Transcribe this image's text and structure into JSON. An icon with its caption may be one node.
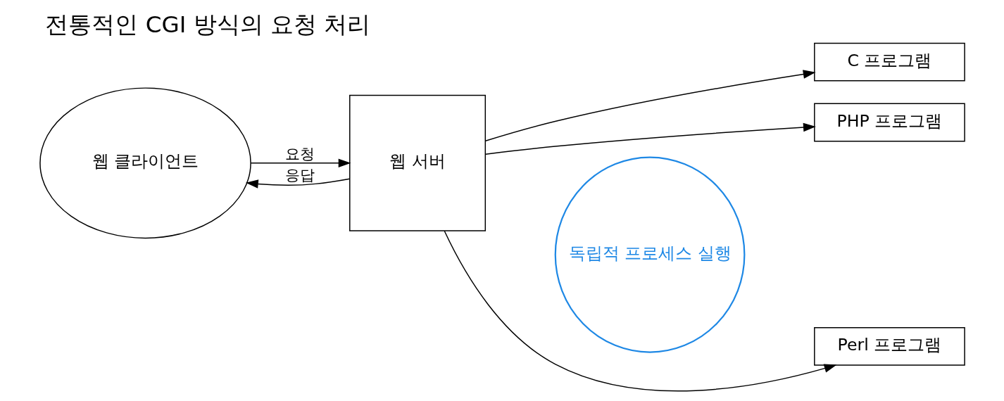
{
  "diagram": {
    "title": "전통적인 CGI 방식의 요청 처리",
    "nodes": [
      {
        "text": [
          "웹 클라이언트"
        ]
      },
      {
        "text": [
          "웹 서버"
        ]
      },
      {
        "text": [
          "C 프로그램"
        ]
      },
      {
        "text": [
          "Perl 프로그램"
        ]
      },
      {
        "text": [
          "PHP 프로그램"
        ]
      },
      {
        "text": [
          "독립적 프로세스 실행"
        ]
      }
    ],
    "edges": [
      {
        "from": 0,
        "to": 1,
        "arrow": "to",
        "label": "요청"
      },
      {
        "from": 1,
        "to": 0,
        "arrow": "to",
        "label": "응답"
      },
      {
        "from": 1,
        "to": 2,
        "arrow": "to"
      },
      {
        "from": 1,
        "to": 3,
        "arrow": "to"
      },
      {
        "from": 1,
        "to": 4,
        "arrow": "to"
      }
    ]
  }
}
